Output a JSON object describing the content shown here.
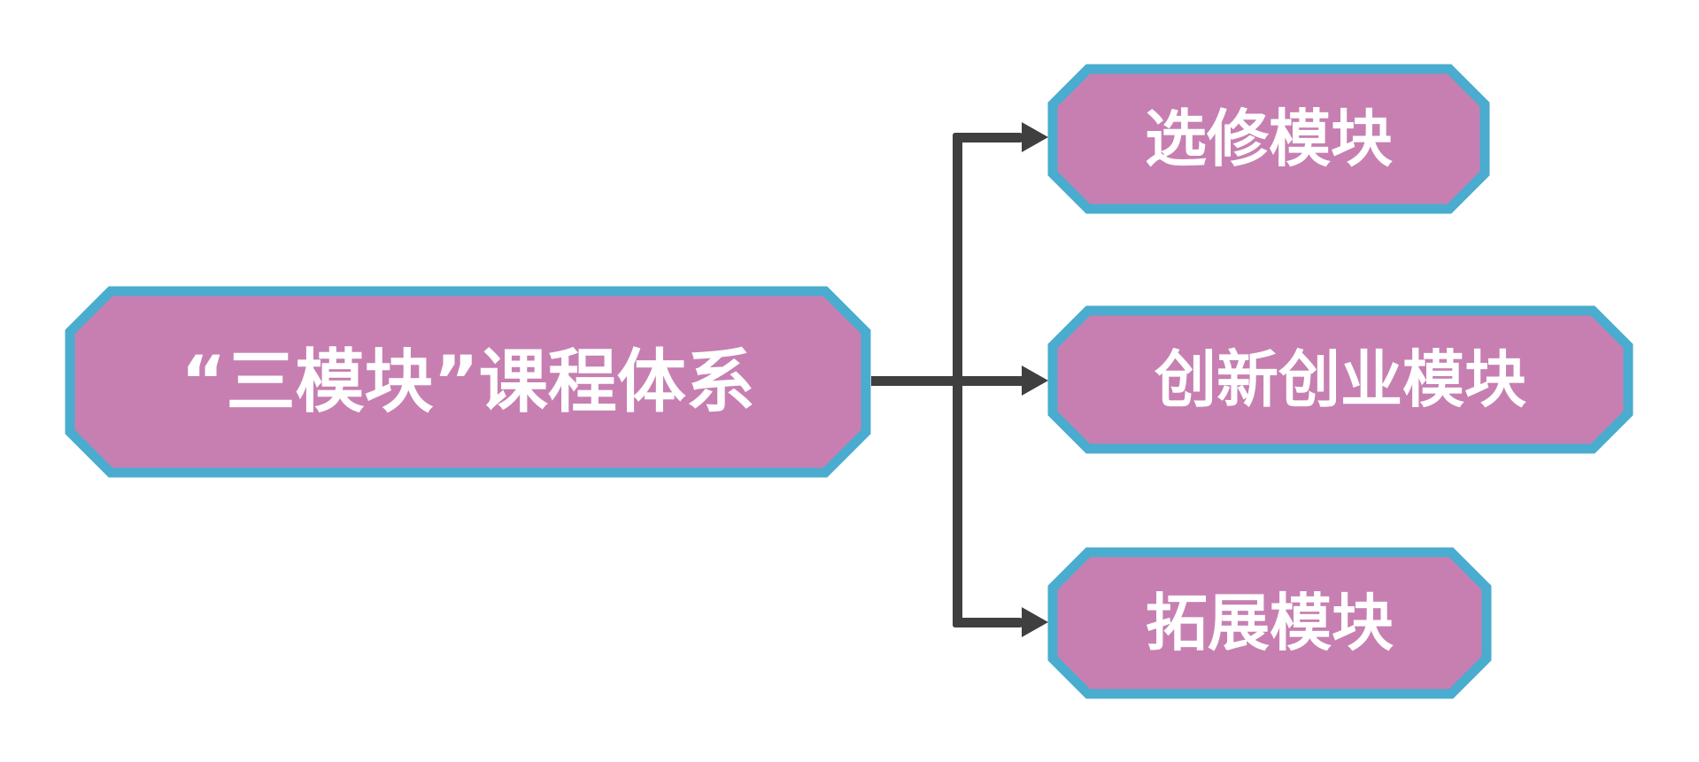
{
  "diagram": {
    "nodes": [
      {
        "id": "root",
        "label": "“三模块”课程体系"
      },
      {
        "id": "elective",
        "label": "选修模块"
      },
      {
        "id": "innovation",
        "label": "创新创业模块"
      },
      {
        "id": "expansion",
        "label": "拓展模块"
      }
    ],
    "connections": [
      {
        "from": "root",
        "to": "elective"
      },
      {
        "from": "root",
        "to": "innovation"
      },
      {
        "from": "root",
        "to": "expansion"
      }
    ],
    "colors": {
      "node_fill": "#C77FB2",
      "node_border": "#4AACCF",
      "connector": "#3F3F3F",
      "text": "#FFFFFF",
      "background": "#FFFFFF"
    }
  }
}
